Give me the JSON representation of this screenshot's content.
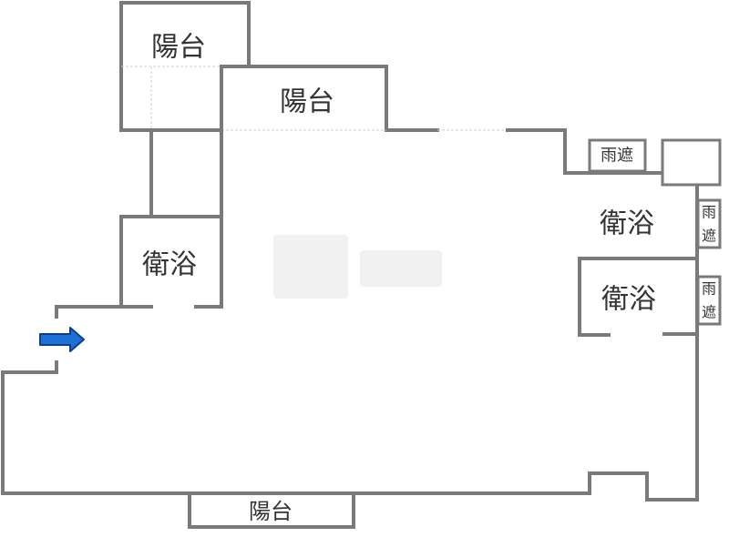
{
  "rooms": {
    "balcony_top_left": "陽台",
    "balcony_top_mid": "陽台",
    "balcony_bottom": "陽台",
    "bath_left": "衛浴",
    "bath_right_upper": "衛浴",
    "bath_right_lower": "衛浴",
    "canopy_top": "雨遮",
    "canopy_right_upper_1": "雨",
    "canopy_right_upper_2": "遮",
    "canopy_right_lower_1": "雨",
    "canopy_right_lower_2": "遮"
  },
  "entrance_arrow": {
    "icon": "arrow-right-icon",
    "color": "#1e6fd6"
  },
  "colors": {
    "wall": "#7a7a7a",
    "label": "#333333"
  }
}
